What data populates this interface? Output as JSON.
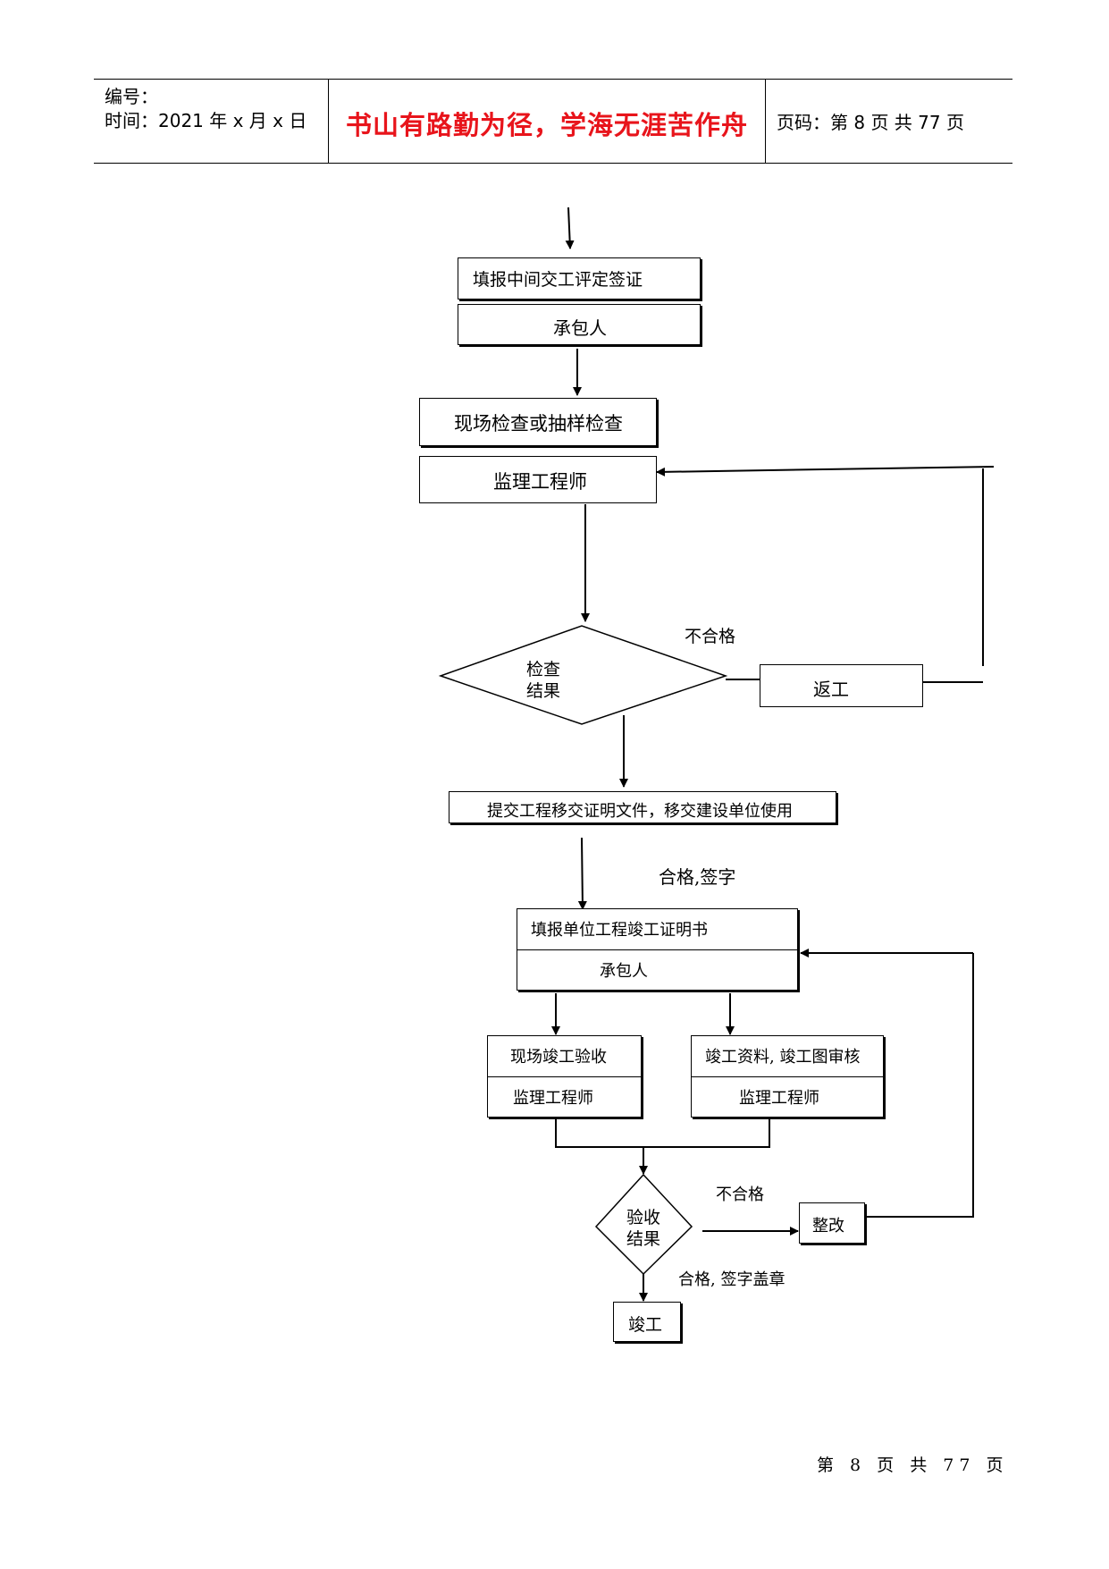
{
  "header": {
    "number_label": "编号：",
    "time_label": "时间：2021 年 x 月 x 日",
    "motto": "书山有路勤为径，学海无涯苦作舟",
    "page_info": "页码：第 8 页  共 77 页"
  },
  "flow": {
    "fill_interim": "填报中间交工评定签证",
    "contractor_1": "承包人",
    "site_inspection": "现场检查或抽样检查",
    "supervisor_1": "监理工程师",
    "check_result_l1": "检查",
    "check_result_l2": "结果",
    "fail_1": "不合格",
    "rework": "返工",
    "submit_docs": "提交工程移交证明文件，移交建设单位使用",
    "pass_sign": "合格,签字",
    "fill_completion": "填报单位工程竣工证明书",
    "contractor_2": "承包人",
    "site_acceptance": "现场竣工验收",
    "supervisor_2": "监理工程师",
    "docs_review": "竣工资料, 竣工图审核",
    "supervisor_3": "监理工程师",
    "acceptance_result_l1": "验收",
    "acceptance_result_l2": "结果",
    "fail_2": "不合格",
    "rectify": "整改",
    "pass_sign_seal": "合格, 签字盖章",
    "completed": "竣工"
  },
  "footer": {
    "page_footer": "第 8 页 共 77 页"
  }
}
